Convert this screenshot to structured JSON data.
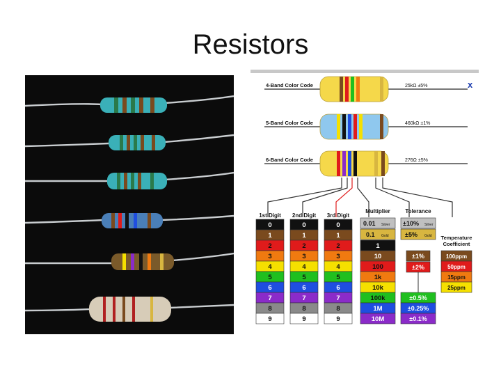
{
  "slide": {
    "title": "Resistors"
  },
  "photo": {
    "alt_icon": "resistor-photo",
    "background": "#0b0b0b"
  },
  "chart": {
    "close_label": "x",
    "bands": [
      {
        "label": "4-Band Color Code",
        "value": "25kΩ ±5%"
      },
      {
        "label": "5-Band Color Code",
        "value": "460kΩ ±1%"
      },
      {
        "label": "6-Band Color Code",
        "value": "276Ω ±5%"
      }
    ],
    "col_headers": [
      "1st Digit",
      "2nd Digit",
      "3rd Digit",
      "Multiplier",
      "Tolerance",
      "Temperature Coefficient"
    ],
    "digits": [
      "0",
      "1",
      "2",
      "3",
      "4",
      "5",
      "6",
      "7",
      "8",
      "9"
    ],
    "digit_colors": [
      "#111111",
      "#7a4a1e",
      "#e01b1b",
      "#f07a10",
      "#f5e000",
      "#1fbf1f",
      "#1f4ee0",
      "#8b2bc9",
      "#8a8a8a",
      "#ffffff"
    ],
    "multiplier": {
      "silver": {
        "value": "0.01",
        "note": "Silver"
      },
      "gold": {
        "value": "0.1",
        "note": "Gold"
      },
      "items": [
        "1",
        "10",
        "100",
        "1k",
        "10k",
        "100k",
        "1M",
        "10M"
      ],
      "colors": [
        "#111111",
        "#7a4a1e",
        "#e01b1b",
        "#f07a10",
        "#f5e000",
        "#1fbf1f",
        "#1f4ee0",
        "#8b2bc9"
      ]
    },
    "tolerance": {
      "silver": {
        "value": "±10%",
        "note": "Silver"
      },
      "gold": {
        "value": "±5%",
        "note": "Gold"
      },
      "brown": "±1%",
      "red": "±2%",
      "green": "±0.5%",
      "blue": "±0.25%",
      "violet": "±0.1%"
    },
    "temp_coeff": [
      "100ppm",
      "50ppm",
      "15ppm",
      "25ppm"
    ]
  }
}
